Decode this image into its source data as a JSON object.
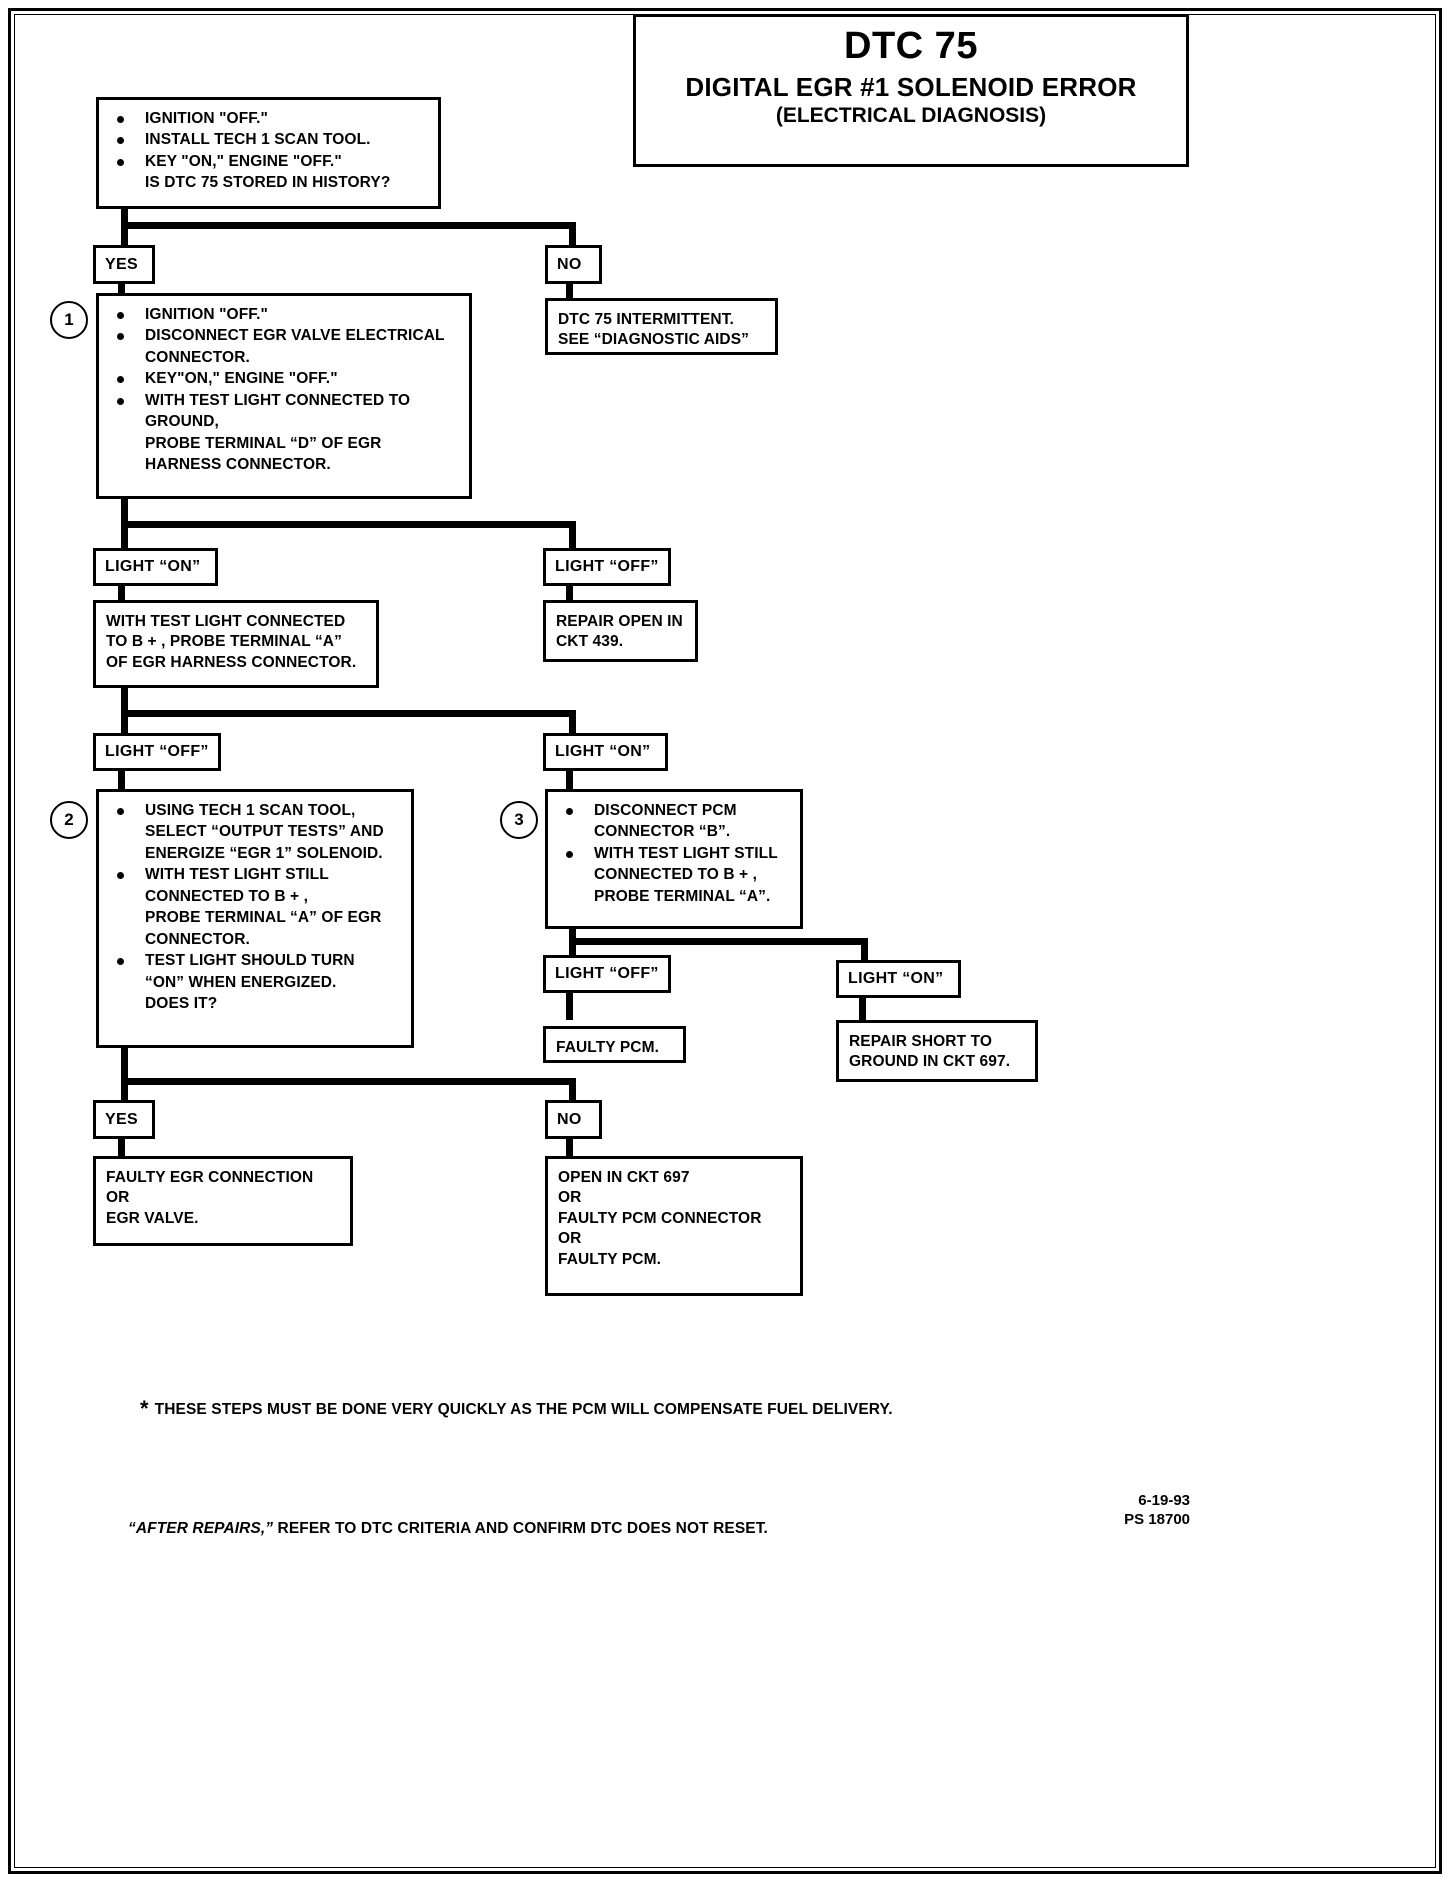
{
  "header": {
    "dtc": "DTC 75",
    "title": "DIGITAL EGR #1 SOLENOID ERROR",
    "subtitle": "(ELECTRICAL DIAGNOSIS)"
  },
  "nodes": {
    "start": {
      "bullets": [
        "IGNITION \"OFF.\"",
        "INSTALL TECH 1 SCAN TOOL.",
        "KEY \"ON,\" ENGINE \"OFF.\""
      ],
      "tail": "IS DTC 75 STORED IN HISTORY?"
    },
    "label_yes_1": "YES",
    "label_no_1": "NO",
    "intermittent": {
      "line1": "DTC 75 INTERMITTENT.",
      "line2": "SEE “DIAGNOSTIC AIDS”"
    },
    "step1": {
      "number": "1",
      "bullets": [
        "IGNITION \"OFF.\"",
        "DISCONNECT EGR VALVE ELECTRICAL",
        "KEY\"ON,\" ENGINE \"OFF.\"",
        "WITH TEST LIGHT CONNECTED TO"
      ],
      "cont_after_2": "CONNECTOR.",
      "cont_after_4a": "GROUND,",
      "cont_after_4b": "PROBE TERMINAL “D” OF EGR",
      "cont_after_4c": "HARNESS CONNECTOR."
    },
    "label_light_on_1": "LIGHT “ON”",
    "label_light_off_1": "LIGHT “OFF”",
    "repair_open_439": {
      "line1": "REPAIR OPEN IN",
      "line2": "CKT 439."
    },
    "probe_a": {
      "line1": "WITH TEST LIGHT CONNECTED",
      "line2": "TO B + , PROBE TERMINAL “A”",
      "line3": "OF EGR HARNESS CONNECTOR."
    },
    "label_light_off_2": "LIGHT “OFF”",
    "label_light_on_2": "LIGHT “ON”",
    "step2": {
      "number": "2",
      "b1": "USING TECH 1 SCAN TOOL,",
      "b1c1": "SELECT “OUTPUT TESTS” AND",
      "b1c2": "ENERGIZE “EGR 1” SOLENOID.",
      "b2": "WITH TEST LIGHT STILL",
      "b2c1": "CONNECTED TO B + ,",
      "b2c2": "PROBE TERMINAL “A” OF EGR",
      "b2c3": "CONNECTOR.",
      "b3": "TEST LIGHT SHOULD TURN",
      "b3c1": "“ON” WHEN ENERGIZED.",
      "b3c2": "DOES IT?"
    },
    "step3": {
      "number": "3",
      "b1": "DISCONNECT PCM",
      "b1c1": "CONNECTOR “B”.",
      "b2": "WITH TEST LIGHT STILL",
      "b2c1": "CONNECTED TO B + ,",
      "b2c2": "PROBE TERMINAL “A”."
    },
    "label_light_off_3": "LIGHT “OFF”",
    "label_light_on_3": "LIGHT “ON”",
    "faulty_pcm": "FAULTY PCM.",
    "repair_short_697": {
      "line1": "REPAIR SHORT TO",
      "line2": "GROUND IN CKT 697."
    },
    "label_yes_2": "YES",
    "label_no_2": "NO",
    "faulty_egr": {
      "line1": "FAULTY EGR CONNECTION",
      "line2": "OR",
      "line3": "EGR  VALVE."
    },
    "open_697": {
      "line1": "OPEN IN CKT 697",
      "line2": "OR",
      "line3": "FAULTY PCM CONNECTOR",
      "line4": "OR",
      "line5": "FAULTY PCM."
    }
  },
  "footer": {
    "star": "*",
    "note": "THESE STEPS MUST BE DONE VERY QUICKLY AS THE PCM WILL COMPENSATE FUEL DELIVERY.",
    "after_repairs_quoted": "“AFTER REPAIRS,”",
    "after_repairs_rest": " REFER TO DTC CRITERIA AND CONFIRM DTC DOES NOT RESET.",
    "date": "6-19-93",
    "part": "PS 18700"
  }
}
